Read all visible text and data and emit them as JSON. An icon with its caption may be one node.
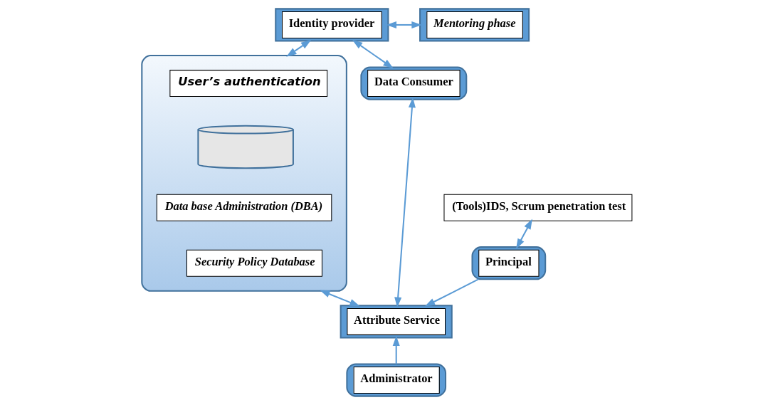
{
  "diagram": {
    "nodes": [
      {
        "text": [
          "Identity provider"
        ]
      },
      {
        "text": [
          "Mentoring phase"
        ]
      },
      {
        "text": [
          "(Tools)IDS, Scrum penetration test"
        ]
      },
      {
        "text": [
          "Data Consumer"
        ]
      },
      {
        "text": [],
        "shape": "box"
      },
      {
        "text": [
          "User’s authentication"
        ],
        "in": 4
      },
      {
        "text": [],
        "shape": "cylinder",
        "in": 4
      },
      {
        "text": [
          "Data base Administration (DBA)"
        ],
        "in": 4
      },
      {
        "text": [
          "Security Policy Database"
        ],
        "in": 4
      },
      {
        "text": [
          "Principal"
        ]
      },
      {
        "text": [
          "Attribute Service"
        ]
      },
      {
        "text": [
          "Administrator"
        ]
      }
    ],
    "edges": [
      {
        "from": 0,
        "to": 3,
        "arrow": "both"
      },
      {
        "from": 0,
        "to": 1,
        "arrow": "both"
      },
      {
        "from": 0,
        "to": 4,
        "arrow": "both"
      },
      {
        "from": 2,
        "to": 9,
        "arrow": "both"
      },
      {
        "from": 4,
        "to": 10,
        "arrow": "both"
      },
      {
        "from": 10,
        "to": 3,
        "arrow": "both"
      },
      {
        "from": 9,
        "to": 10,
        "arrow": "to"
      },
      {
        "from": 11,
        "to": 10,
        "arrow": "to"
      }
    ]
  }
}
